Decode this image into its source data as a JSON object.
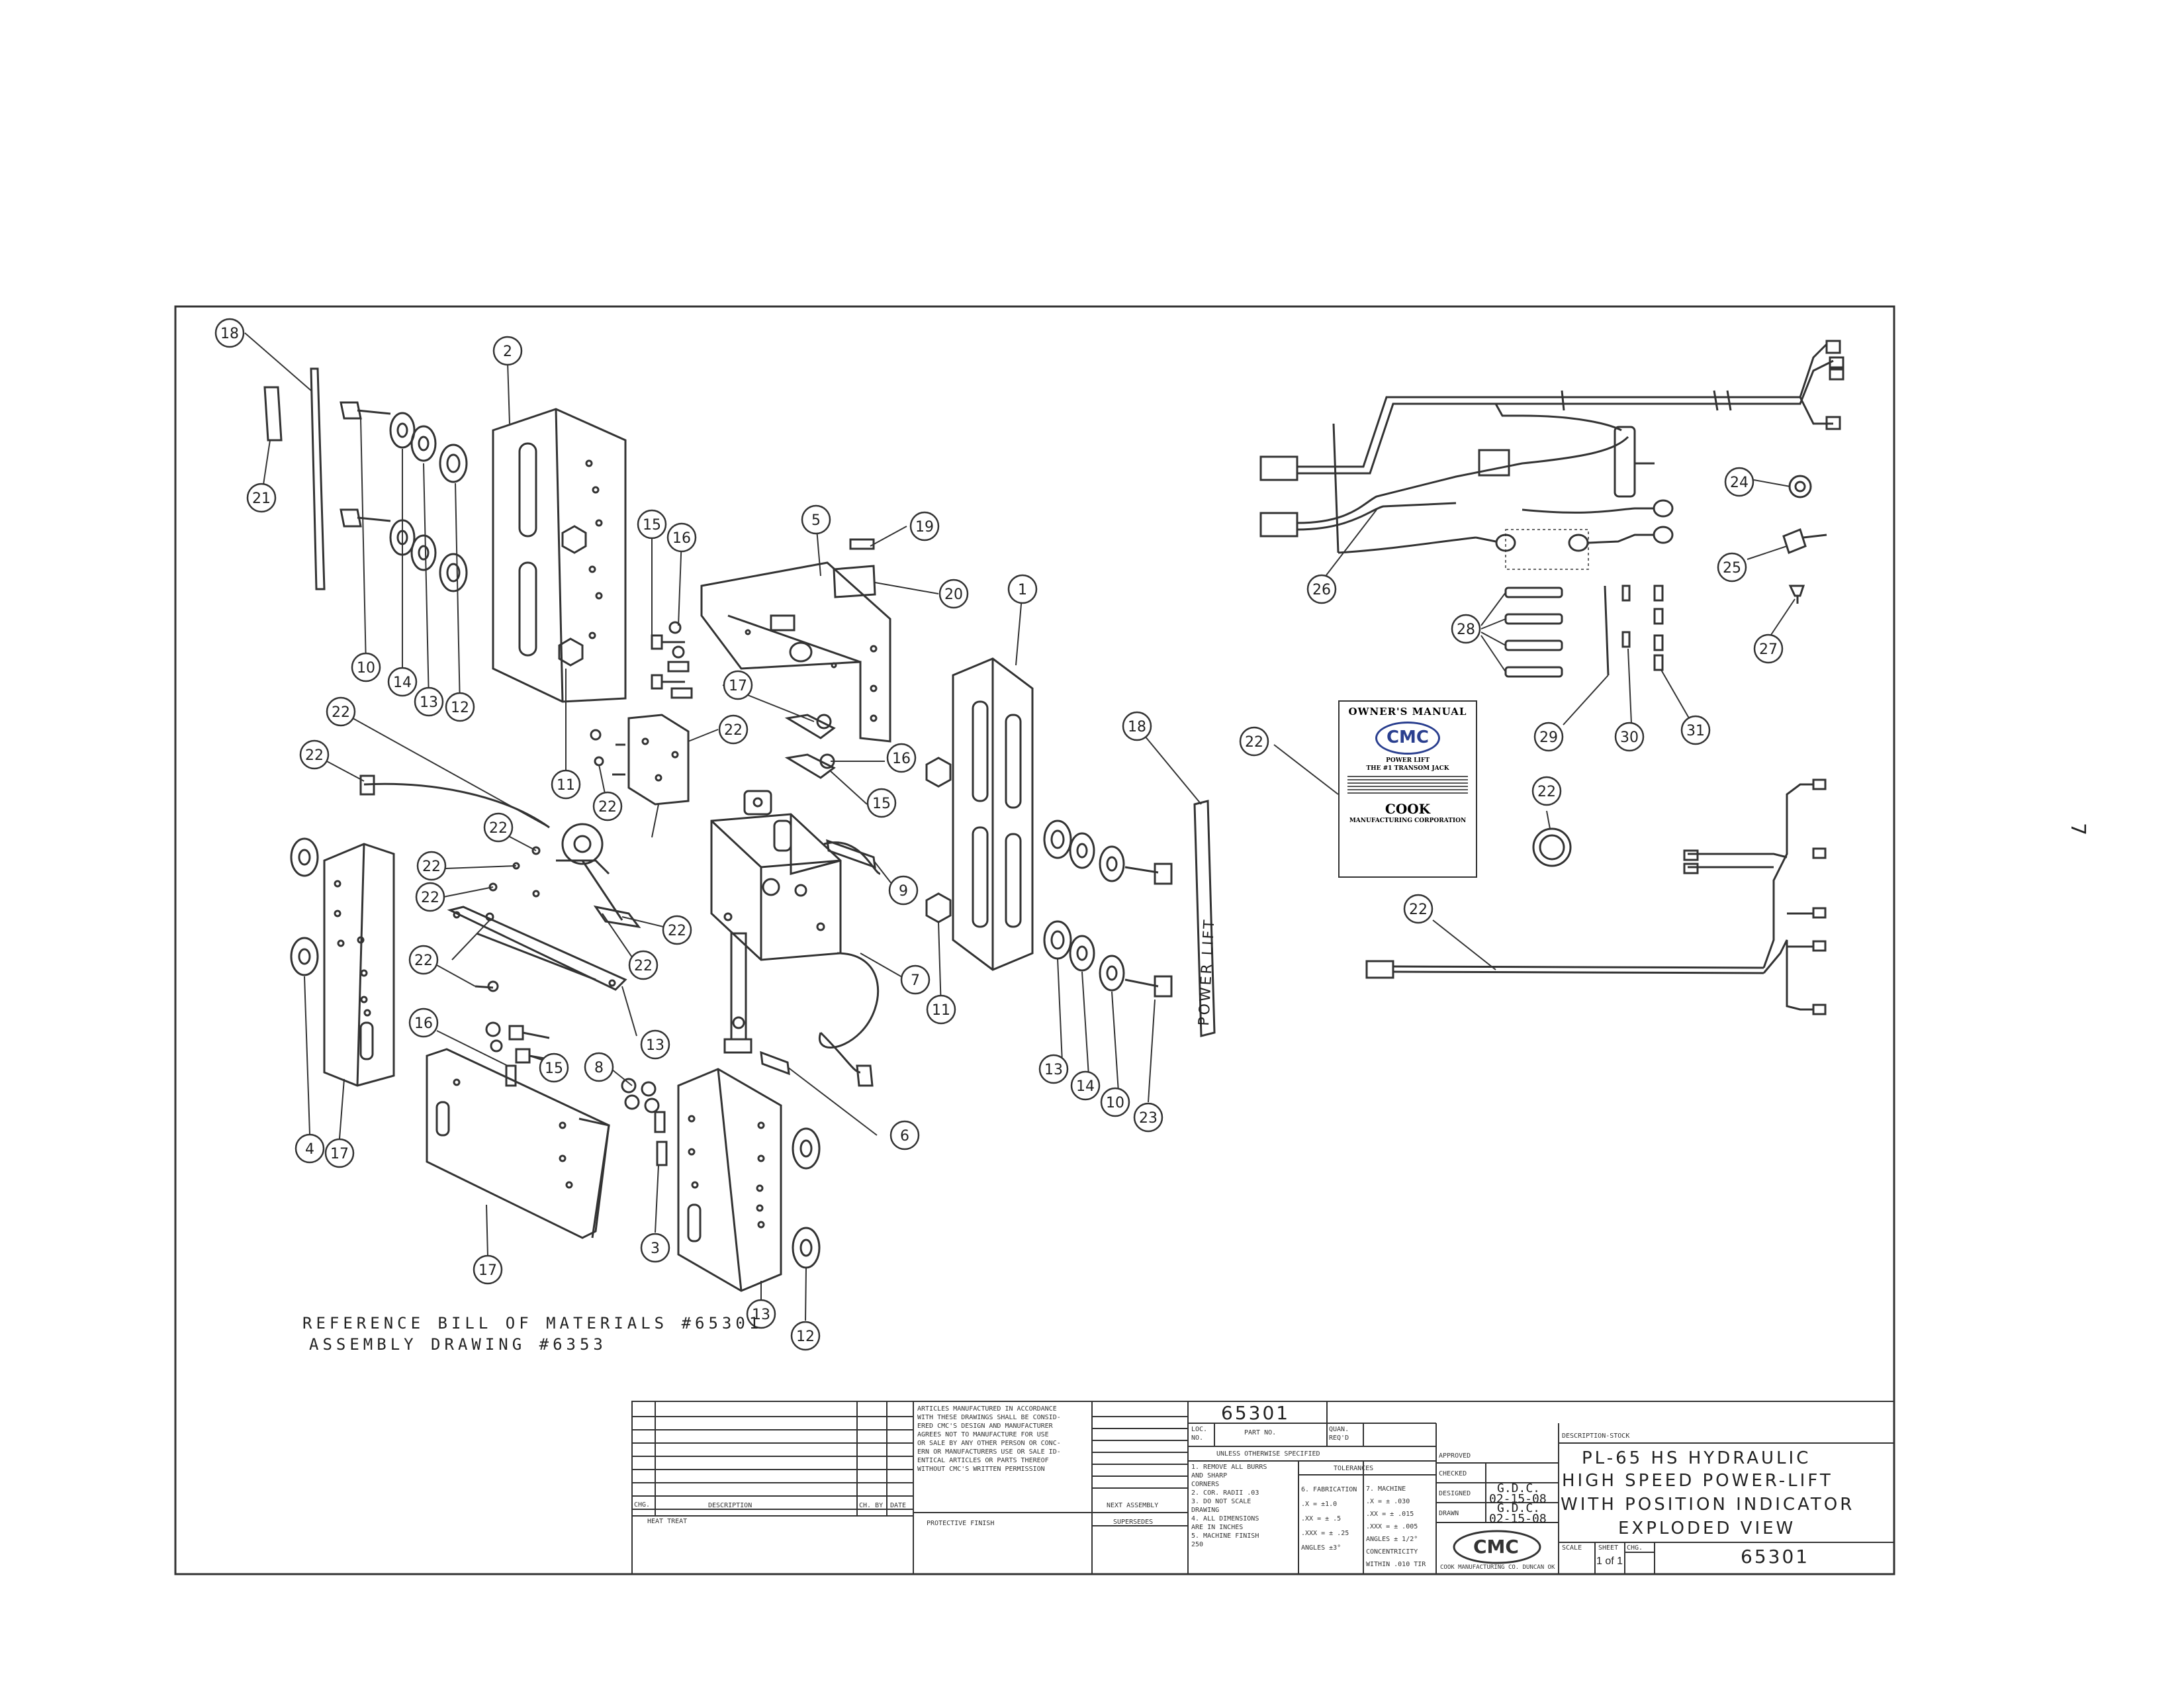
{
  "callouts": [
    {
      "label": "18"
    },
    {
      "label": "21"
    },
    {
      "label": "2"
    },
    {
      "label": "10"
    },
    {
      "label": "14"
    },
    {
      "label": "13"
    },
    {
      "label": "12"
    },
    {
      "label": "15"
    },
    {
      "label": "16"
    },
    {
      "label": "11"
    },
    {
      "label": "22"
    },
    {
      "label": "22"
    },
    {
      "label": "22"
    },
    {
      "label": "22"
    },
    {
      "label": "5"
    },
    {
      "label": "19"
    },
    {
      "label": "20"
    },
    {
      "label": "17"
    },
    {
      "label": "16"
    },
    {
      "label": "15"
    },
    {
      "label": "1"
    },
    {
      "label": "18"
    },
    {
      "label": "9"
    },
    {
      "label": "11"
    },
    {
      "label": "7"
    },
    {
      "label": "22"
    },
    {
      "label": "22"
    },
    {
      "label": "22"
    },
    {
      "label": "22"
    },
    {
      "label": "22"
    },
    {
      "label": "22"
    },
    {
      "label": "13"
    },
    {
      "label": "4"
    },
    {
      "label": "17"
    },
    {
      "label": "16"
    },
    {
      "label": "15"
    },
    {
      "label": "8"
    },
    {
      "label": "6"
    },
    {
      "label": "17"
    },
    {
      "label": "3"
    },
    {
      "label": "13"
    },
    {
      "label": "12"
    },
    {
      "label": "13"
    },
    {
      "label": "14"
    },
    {
      "label": "10"
    },
    {
      "label": "23"
    },
    {
      "label": "26"
    },
    {
      "label": "24"
    },
    {
      "label": "25"
    },
    {
      "label": "27"
    },
    {
      "label": "28"
    },
    {
      "label": "29"
    },
    {
      "label": "30"
    },
    {
      "label": "31"
    },
    {
      "label": "22"
    },
    {
      "label": "22"
    },
    {
      "label": "22"
    }
  ],
  "reference": {
    "line1": "REFERENCE BILL OF MATERIALS #65301",
    "line2": "ASSEMBLY DRAWING #6353"
  },
  "decal_text": "POWER LIFT",
  "manual": {
    "heading": "OWNER'S MANUAL",
    "logo": "CMC",
    "line1": "POWER LIFT",
    "line2": "THE #1 TRANSOM JACK",
    "company": "COOK",
    "corp": "MANUFACTURING CORPORATION"
  },
  "title_block": {
    "revision_header": {
      "chg": "CHG.",
      "description": "DESCRIPTION",
      "ch_by": "CH. BY",
      "date": "DATE"
    },
    "heat_treat": "HEAT TREAT",
    "notice": [
      "ARTICLES MANUFACTURED IN ACCORDANCE",
      "WITH THESE DRAWINGS SHALL BE CONSID-",
      "ERED CMC'S DESIGN AND MANUFACTURER",
      "AGREES NOT TO MANUFACTURE FOR USE",
      "OR SALE BY ANY OTHER PERSON OR CONC-",
      "ERN OR MANUFACTURERS USE OR SALE ID-",
      "ENTICAL ARTICLES OR PARTS THEREOF",
      "WITHOUT CMC'S WRITTEN PERMISSION"
    ],
    "protective_finish": "PROTECTIVE FINISH",
    "next_assembly": "NEXT ASSEMBLY",
    "supersedes": "SUPERSEDES",
    "part_number_top": "65301",
    "loc_no": "LOC. NO.",
    "part_no": "PART NO.",
    "quan_req": "QUAN. REQ'D",
    "unless": "UNLESS OTHERWISE SPECIFIED",
    "notes": [
      "1. REMOVE ALL BURRS",
      "   AND SHARP",
      "   CORNERS",
      "2. COR. RADII .03",
      "3. DO NOT SCALE",
      "   DRAWING",
      "4. ALL DIMENSIONS",
      "   ARE IN INCHES",
      "5. MACHINE FINISH",
      "   250"
    ],
    "tolerances": "TOLERANCES",
    "fabrication": [
      "6. FABRICATION",
      ".X = ±1.0",
      ".XX = ± .5",
      ".XXX = ± .25",
      "ANGLES ±3°"
    ],
    "machine": [
      "7. MACHINE",
      ".X = ± .030",
      ".XX = ± .015",
      ".XXX = ± .005",
      "ANGLES ± 1/2°",
      "CONCENTRICITY",
      "WITHIN .010 TIR"
    ],
    "approved": "APPROVED",
    "checked": "CHECKED",
    "designed": "DESIGNED",
    "drawn": "DRAWN",
    "designed_by": "G.D.C.",
    "designed_date": "02-15-08",
    "drawn_by": "G.D.C.",
    "drawn_date": "02-15-08",
    "logo": "CMC",
    "company_line": "COOK MANUFACTURING CO. DUNCAN OK",
    "description_stock": "DESCRIPTION-STOCK",
    "title": [
      "PL-65 HS HYDRAULIC",
      "HIGH SPEED POWER-LIFT",
      "WITH POSITION INDICATOR",
      "EXPLODED VIEW"
    ],
    "scale_label": "SCALE",
    "sheet_label": "SHEET",
    "chg_label": "CHG.",
    "sheet_value": "1 of 1",
    "drawing_number": "65301"
  },
  "page_mark": "7",
  "colors": {
    "line": "#333333",
    "logo_blue": "#2a3f8f"
  }
}
